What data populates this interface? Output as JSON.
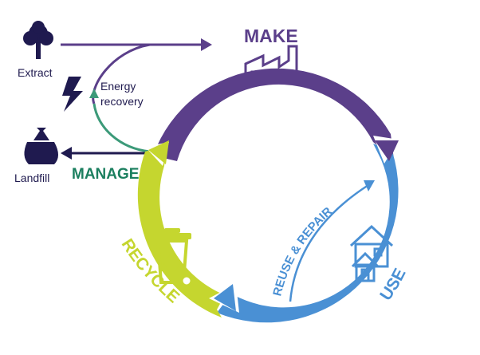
{
  "colors": {
    "make": "#5b3f8a",
    "use": "#4a90d4",
    "recycle": "#c5d62f",
    "manage": "#1b7f5f",
    "navy": "#1f1a4f",
    "teal": "#3c9a79"
  },
  "stages": {
    "make": "MAKE",
    "use": "USE",
    "recycle": "RECYCLE",
    "manage": "MANAGE",
    "reuse": "REUSE & REPAIR"
  },
  "side": {
    "extract": "Extract",
    "landfill": "Landfill",
    "energy_line1": "Energy",
    "energy_line2": "recovery"
  },
  "icons": [
    "tree-icon",
    "lightning-icon",
    "garbage-bag-icon",
    "factory-icon",
    "house-icon",
    "recycle-bin-icon"
  ]
}
